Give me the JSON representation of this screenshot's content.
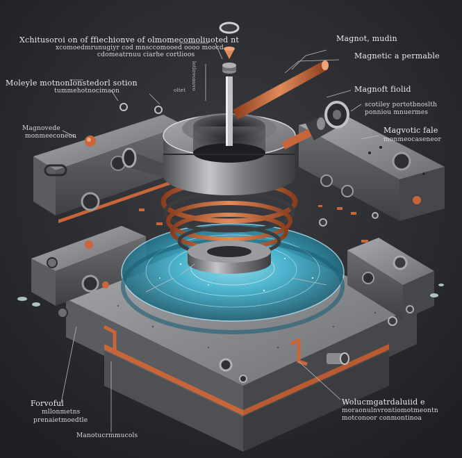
{
  "labels": {
    "top_caption_line1": "Xchitusoroi on of ffiechionve of olmomecomoliuoted nt",
    "top_caption_line2": "xcomoedmrunugiyr cod mnsccomooed oooo moocd",
    "top_caption_line3": "cdomeatrnuu ciarhe cortlioos",
    "magnet_top": "Magnot, mudin",
    "magnetic_permeable": "Magnetic a permable",
    "molecular_left_line1": "Moleyle motnonlonstedorl sotion",
    "molecular_left_line2": "tummehotnocimaon",
    "small_center_left": "oltet",
    "vertical_label": "lotlovoauvo",
    "magnetic_field_right": "Magnoft fiolid",
    "right_sub_line1": "scotiley portotbnoslth",
    "right_sub_line2": "ponniou mnuermes",
    "magnetic_left_line1": "Magnovede",
    "magnetic_left_line2": "monmeeconeon",
    "magnetic_field_lower_right_line1": "Magvotic fale",
    "magnetic_field_lower_right_line2": "monmeocaseneor",
    "bottom_left_line1": "Forvoful",
    "bottom_left_line2": "mllonmetns",
    "bottom_left_line3": "prenaietmoedtle",
    "bottom_center": "Manotucrmmucols",
    "bottom_right_line1": "Wolucmgatrdaluiid e",
    "bottom_right_line2": "moraonulnvrontiomotmeontn",
    "bottom_right_line3": "motconoor conmontinoa"
  },
  "colors": {
    "background": "#2a2c30",
    "steel": "#7d7f83",
    "copper": "#c8663a",
    "glass": "#3fb8d6",
    "label": "#d9d9d9"
  }
}
